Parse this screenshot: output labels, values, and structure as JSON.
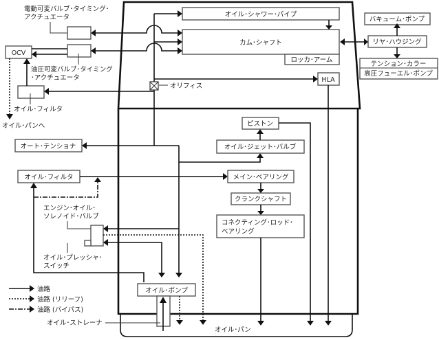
{
  "labels": {
    "oil_shower_pipe": "オイル･シャワー･パイプ",
    "camshaft": "カム･シャフト",
    "rocker_arm": "ロッカ･アーム",
    "hla": "HLA",
    "orifice": "オリフィス",
    "vacuum_pump": "バキューム･ポンプ",
    "rear_housing": "リヤ･ハウジング",
    "tension_collar": "テンション･カラー",
    "hp_fuel_pump": "高圧フューエル･ポンプ",
    "electric_vvt_line1": "電動可変バルブ･タイミング･",
    "electric_vvt_line2": "アクチュエータ",
    "hydraulic_vvt_line1": "油圧可変バルブ･タイミング",
    "hydraulic_vvt_line2": "･アクチュエータ",
    "ocv": "OCV",
    "oil_filter_top": "オイル･フィルタ",
    "to_oil_pan": "オイル･パンへ",
    "auto_tensioner": "オート･テンショナ",
    "oil_filter": "オイル･フィルタ",
    "piston": "ピストン",
    "oil_jet_valve": "オイル･ジェット･バルブ",
    "main_bearing": "メイン･ベアリング",
    "crankshaft": "クランクシャフト",
    "conrod_bearing_line1": "コネクティング･ロッド･",
    "conrod_bearing_line2": "ベアリング",
    "solenoid_valve_line1": "エンジン･オイル･",
    "solenoid_valve_line2": "ソレノイド･バルブ",
    "pressure_switch_line1": "オイル･プレッシャ･",
    "pressure_switch_line2": "スイッチ",
    "oil_pump": "オイル･ポンプ",
    "oil_strainer": "オイル･ストレーナ",
    "oil_pan": "オイル･パン"
  },
  "legend": [
    {
      "style": "solid",
      "label": "油路"
    },
    {
      "style": "dotted",
      "label": "油路 (リリーフ)"
    },
    {
      "style": "dash-dot",
      "label": "油路 (バイパス)"
    }
  ]
}
